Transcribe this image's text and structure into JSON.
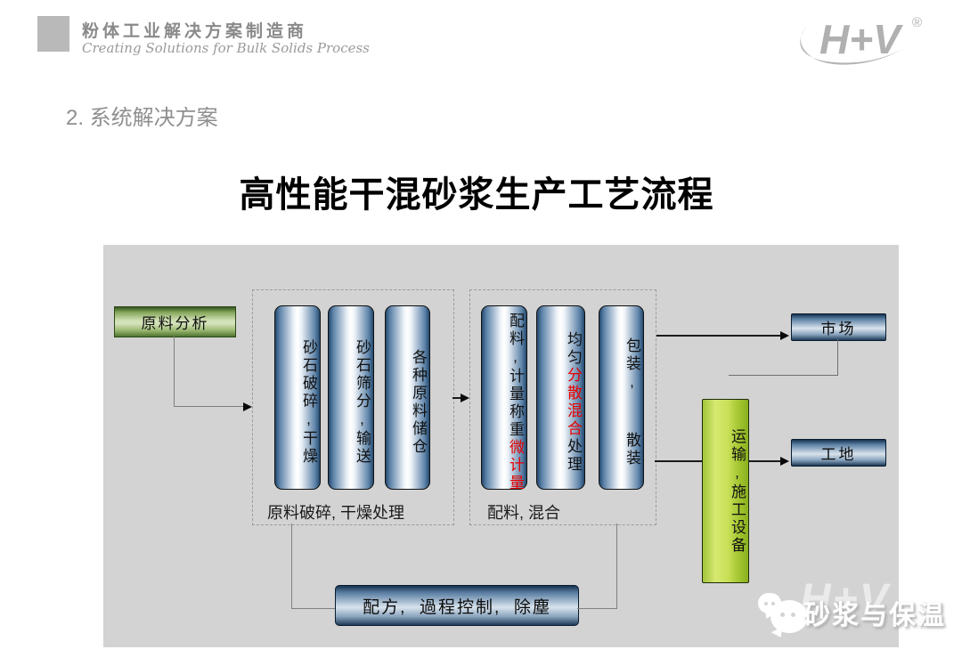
{
  "header": {
    "brand": {
      "title": "粉体工业解决方案制造商",
      "subtitle": "Creating Solutions for Bulk Solids Process"
    },
    "logo": {
      "text": "H+V",
      "reg": "®"
    },
    "section_title": "2. 系统解决方案"
  },
  "slide_title": "高性能干混砂浆生产工艺流程",
  "diagram": {
    "source_box": {
      "label": "原料分析"
    },
    "group1": {
      "caption": "原料破碎, 干燥处理",
      "cylinders": [
        {
          "segments": [
            {
              "text": "砂石破碎,干燥",
              "color": "#111111"
            }
          ]
        },
        {
          "segments": [
            {
              "text": "砂石筛分,输送",
              "color": "#111111"
            }
          ]
        },
        {
          "segments": [
            {
              "text": "各种原料储仓",
              "color": "#111111"
            }
          ]
        }
      ]
    },
    "group2": {
      "caption": "配料, 混合",
      "cylinders": [
        {
          "segments": [
            {
              "text": "配料,计量称重",
              "color": "#111111"
            },
            {
              "text": "微计量",
              "color": "#e60000"
            }
          ]
        },
        {
          "segments": [
            {
              "text": "均匀",
              "color": "#111111"
            },
            {
              "text": "分散混合",
              "color": "#e60000"
            },
            {
              "text": "处理",
              "color": "#111111"
            }
          ]
        },
        {
          "segments": [
            {
              "text": "包装,  散装",
              "color": "#111111"
            }
          ]
        }
      ]
    },
    "market_box": {
      "label": "市场"
    },
    "site_box": {
      "label": "工地"
    },
    "transport_cylinder": {
      "label": "运输,施工设备"
    },
    "control_box": {
      "label": "配方,  過程控制,  除塵"
    }
  },
  "footer": {
    "wechat_label": "砂浆与保温",
    "watermark_text": "H+V"
  },
  "colors": {
    "panel_bg": "#d3d3d3",
    "steel_blue_dark": "#24496e",
    "source_green_dark": "#33551e",
    "transport_green": "#b5d434",
    "red_accent": "#e60000",
    "brand_gray": "#8a8a8a"
  }
}
